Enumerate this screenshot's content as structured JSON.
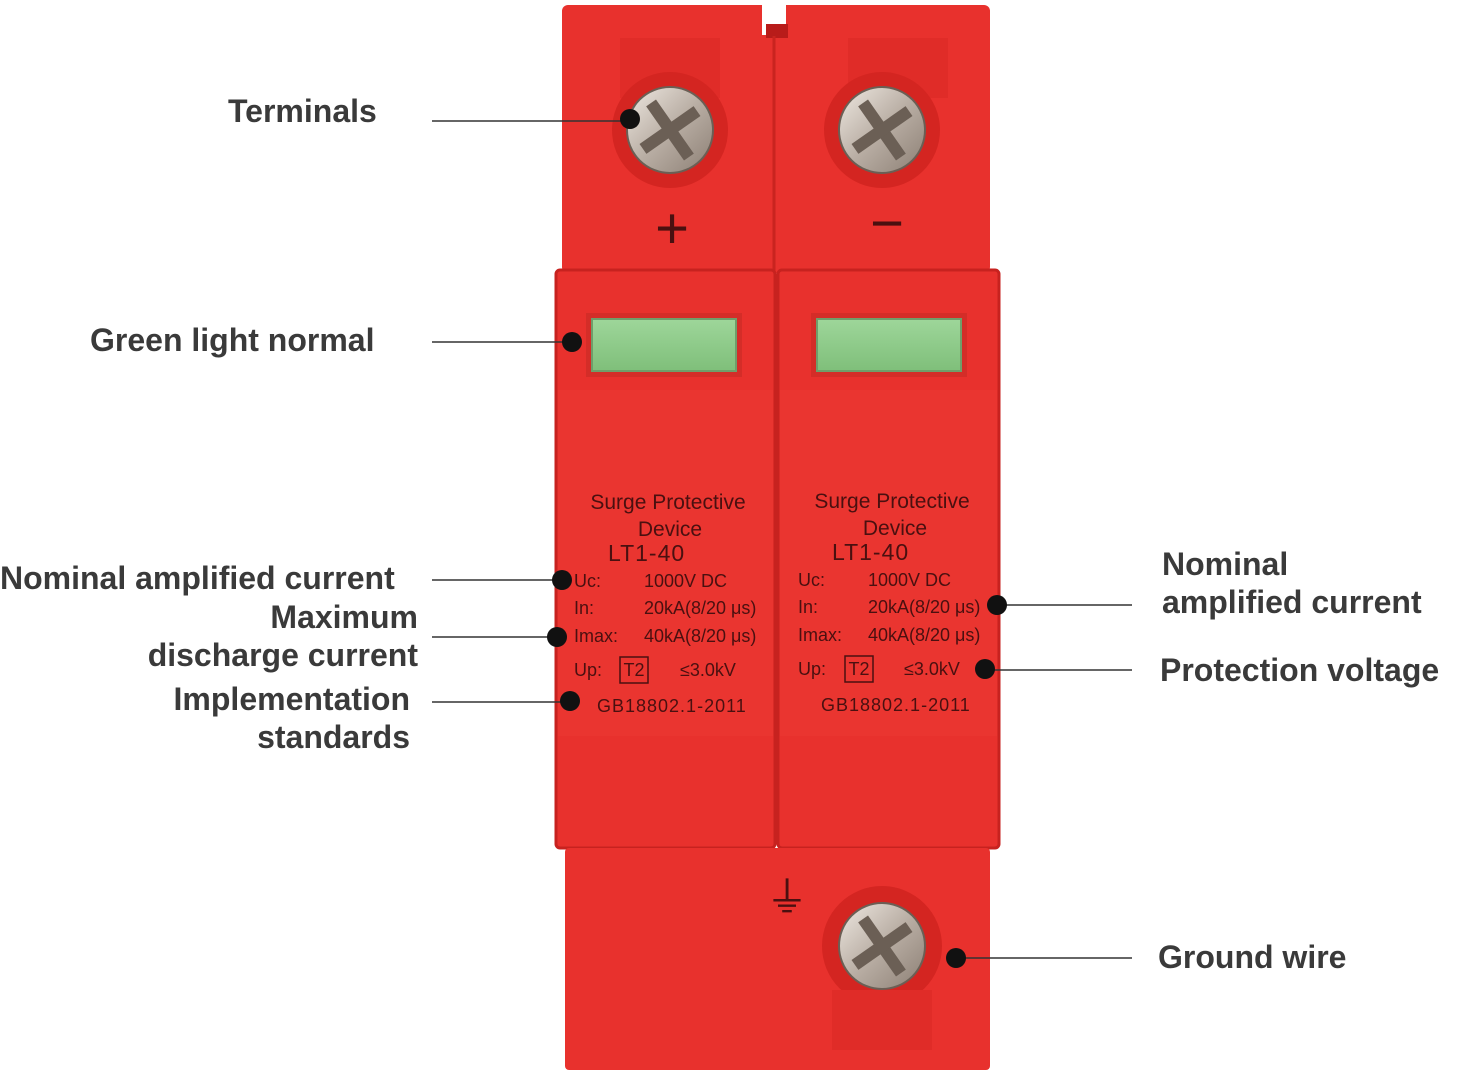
{
  "callouts": {
    "terminals": "Terminals",
    "green_light": "Green light normal",
    "nominal_left": "Nominal amplified current",
    "max_discharge_1": "Maximum",
    "max_discharge_2": "discharge current",
    "impl_1": "Implementation",
    "impl_2": "standards",
    "nominal_right_1": "Nominal",
    "nominal_right_2": "amplified current",
    "protection_voltage": "Protection voltage",
    "ground_wire": "Ground wire"
  },
  "device": {
    "plus": "+",
    "minus": "−",
    "ground_symbol": "⏚",
    "modules": [
      {
        "title_1": "Surge Protective",
        "title_2": "Device",
        "model": "LT1-40",
        "uc_label": "Uc:",
        "uc_value": "1000V DC",
        "in_label": "In:",
        "in_value": "20kA(8/20 μs)",
        "imax_label": "Imax:",
        "imax_value": "40kA(8/20 μs)",
        "up_label": "Up:",
        "up_class": "T2",
        "up_value": "≤3.0kV",
        "standard": "GB18802.1-2011"
      },
      {
        "title_1": "Surge Protective",
        "title_2": "Device",
        "model": "LT1-40",
        "uc_label": "Uc:",
        "uc_value": "1000V DC",
        "in_label": "In:",
        "in_value": "20kA(8/20 μs)",
        "imax_label": "Imax:",
        "imax_value": "40kA(8/20 μs)",
        "up_label": "Up:",
        "up_class": "T2",
        "up_value": "≤3.0kV",
        "standard": "GB18802.1-2011"
      }
    ]
  },
  "colors": {
    "body_red": "#e8312d",
    "dark_red": "#c7221f",
    "indicator_green": "#8fcf88",
    "callout_text": "#3a3a3a"
  }
}
